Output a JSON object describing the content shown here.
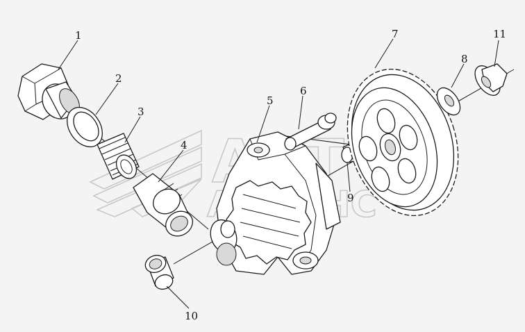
{
  "diagram": {
    "callouts": [
      {
        "id": "1",
        "label": "1"
      },
      {
        "id": "2",
        "label": "2"
      },
      {
        "id": "3",
        "label": "3"
      },
      {
        "id": "4",
        "label": "4"
      },
      {
        "id": "5",
        "label": "5"
      },
      {
        "id": "6",
        "label": "6"
      },
      {
        "id": "7",
        "label": "7"
      },
      {
        "id": "8",
        "label": "8"
      },
      {
        "id": "9",
        "label": "9"
      },
      {
        "id": "10",
        "label": "10"
      },
      {
        "id": "11",
        "label": "11"
      }
    ],
    "watermark": {
      "line1": "АВТ",
      "line2": "АЛЬЯНС"
    }
  }
}
